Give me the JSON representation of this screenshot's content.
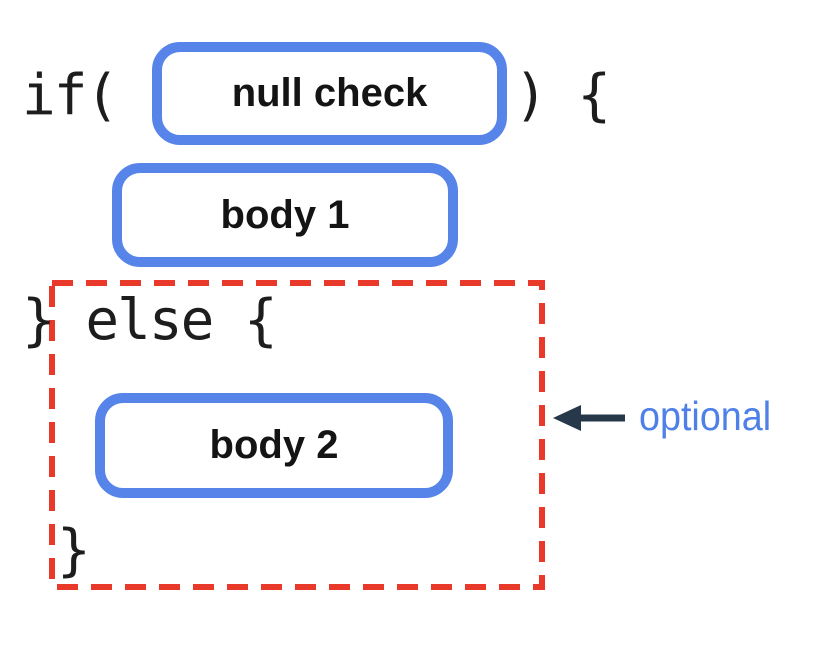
{
  "diagram": {
    "title_semantic": "if-else null check structure diagram",
    "code": {
      "if_prefix": "if(",
      "if_suffix": ") {",
      "else_line": "} else {",
      "closing_brace": "}"
    },
    "boxes": {
      "condition_label": "null check",
      "body1_label": "body 1",
      "body2_label": "body 2"
    },
    "annotation": {
      "label": "optional"
    },
    "colors": {
      "background": "#ffffff",
      "box_border_blue": "#5684e8",
      "box_label_text": "#141414",
      "code_text": "#1d1d1d",
      "dashed_border_red": "#e8392b",
      "arrow_dark_slate": "#263849",
      "annotation_blue": "#4f80e8"
    }
  }
}
